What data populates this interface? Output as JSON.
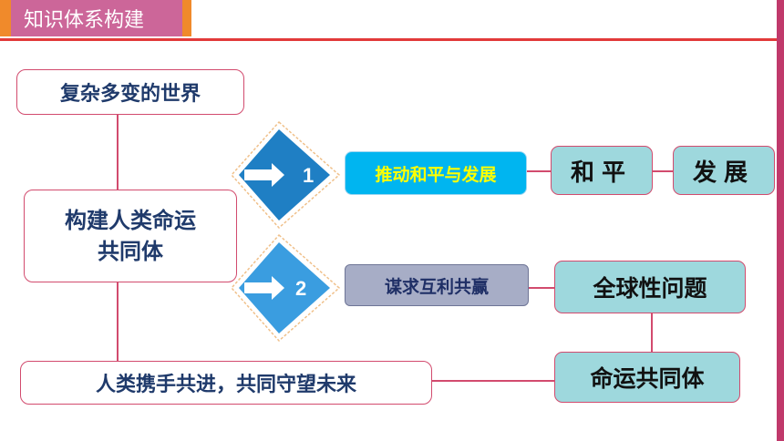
{
  "header": {
    "title": "知识体系构建"
  },
  "nodes": {
    "world": "复杂多变的世界",
    "build_line1": "构建人类命运",
    "build_line2": "共同体",
    "human": "人类携手共进，共同守望未来",
    "peace_dev_main": "推动和平与发展",
    "win_win": "谋求互利共赢",
    "peace": "和平",
    "development": "发展",
    "global_issues": "全球性问题",
    "community": "命运共同体"
  },
  "markers": [
    {
      "number": "1"
    },
    {
      "number": "2"
    }
  ],
  "colors": {
    "header_bg": "#cc6699",
    "header_accent": "#f08a2b",
    "line_red": "#e23a3a",
    "box_border": "#d24b6e",
    "teal_box": "#9ed8dd",
    "marker1": "#1f7fc4",
    "marker2": "#3a9de0",
    "peace_main_bg": "#00b5f0",
    "peace_main_text": "#ffff00",
    "win_bg": "#a7adc6"
  }
}
